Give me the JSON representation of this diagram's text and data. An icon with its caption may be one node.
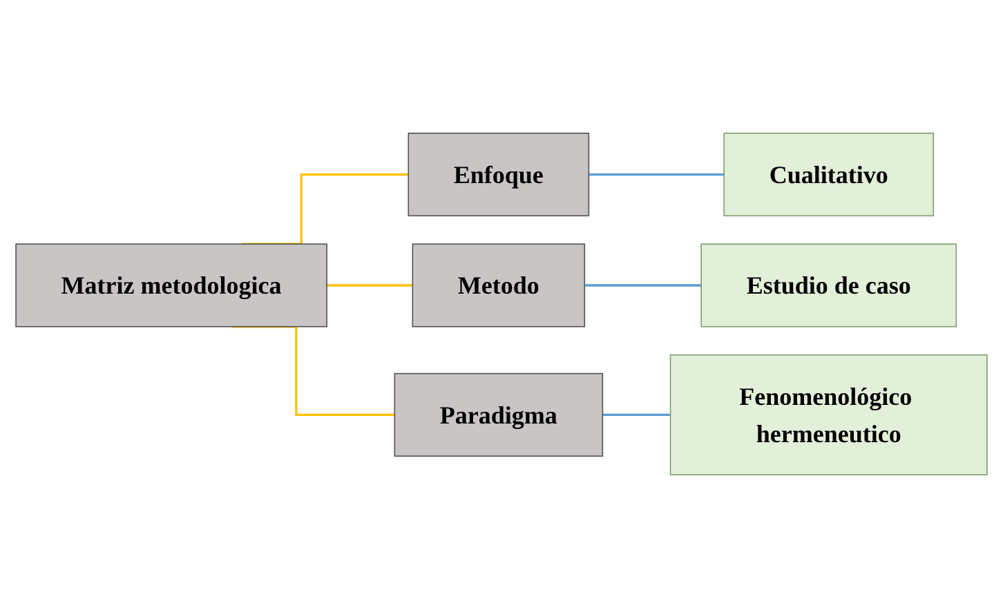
{
  "diagram": {
    "nodes": [
      {
        "text": [
          "Matriz metodologica"
        ]
      },
      {
        "text": [
          "Enfoque"
        ]
      },
      {
        "text": [
          "Metodo"
        ]
      },
      {
        "text": [
          "Paradigma"
        ]
      },
      {
        "text": [
          "Cualitativo"
        ]
      },
      {
        "text": [
          "Estudio de caso"
        ]
      },
      {
        "text": [
          "Fenomenológico hermeneutico"
        ]
      }
    ],
    "edges": [
      {
        "from": 0,
        "to": 1,
        "arrow": "none",
        "color": "#ffc000"
      },
      {
        "from": 0,
        "to": 2,
        "arrow": "none",
        "color": "#ffc000"
      },
      {
        "from": 0,
        "to": 3,
        "arrow": "none",
        "color": "#ffc000"
      },
      {
        "from": 1,
        "to": 4,
        "arrow": "none",
        "color": "#5b9bd5"
      },
      {
        "from": 2,
        "to": 5,
        "arrow": "none",
        "color": "#5b9bd5"
      },
      {
        "from": 3,
        "to": 6,
        "arrow": "none",
        "color": "#5b9bd5"
      }
    ]
  }
}
